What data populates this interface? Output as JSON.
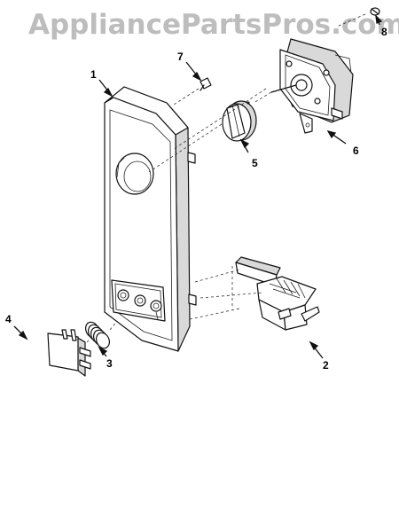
{
  "watermark": "AppliancePartsPros.com",
  "callouts": {
    "c1": "1",
    "c2": "2",
    "c3": "3",
    "c4": "4",
    "c5": "5",
    "c6": "6",
    "c7": "7",
    "c8": "8"
  },
  "colors": {
    "line": "#111111",
    "watermark": "#bdbdbd",
    "shade": "#d9d9d9",
    "background": "#ffffff"
  }
}
